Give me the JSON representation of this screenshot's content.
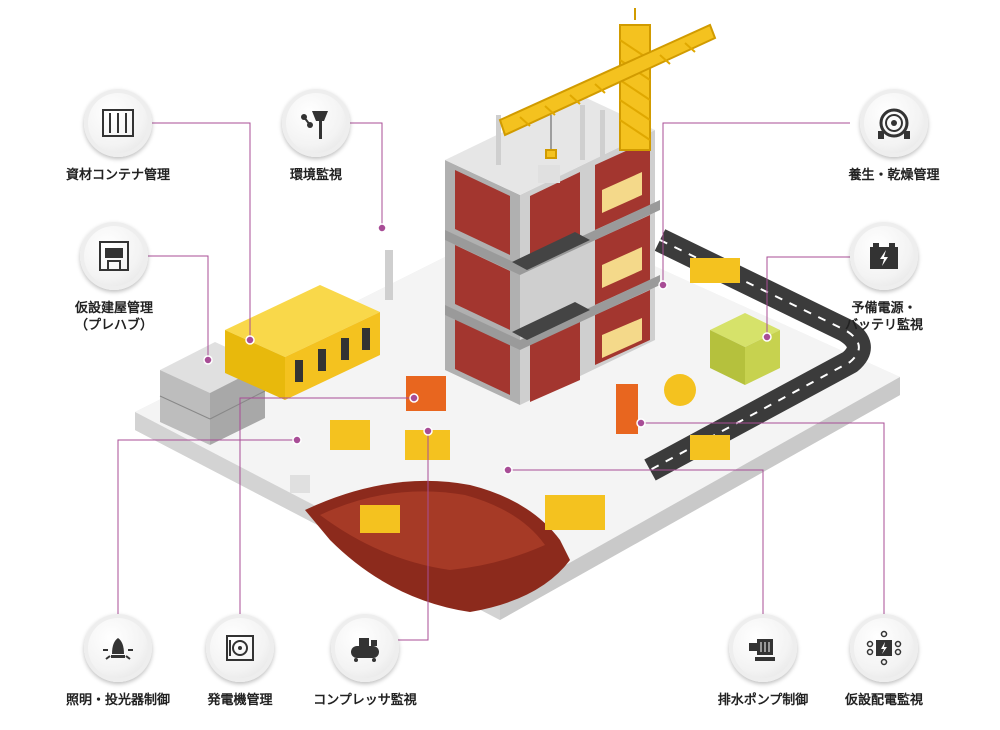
{
  "categories": {
    "material_container": {
      "label": "資材コンテナ管理",
      "icon": "container-icon"
    },
    "environment": {
      "label": "環境監視",
      "icon": "weather-station-icon"
    },
    "curing_drying": {
      "label": "養生・乾燥管理",
      "icon": "heater-fan-icon"
    },
    "prefab": {
      "line1": "仮設建屋管理",
      "line2": "（プレハブ）",
      "icon": "prefab-building-icon"
    },
    "backup_power": {
      "line1": "予備電源・",
      "line2": "バッテリ監視",
      "icon": "battery-icon"
    },
    "lighting": {
      "label": "照明・投光器制御",
      "icon": "floodlight-icon"
    },
    "generator": {
      "label": "発電機管理",
      "icon": "generator-icon"
    },
    "compressor": {
      "label": "コンプレッサ監視",
      "icon": "compressor-icon"
    },
    "drain_pump": {
      "label": "排水ポンプ制御",
      "icon": "pump-icon"
    },
    "temp_power": {
      "label": "仮設配電監視",
      "icon": "power-distribution-icon"
    }
  },
  "colors": {
    "connector": "#a84d96",
    "brick": "#a3362f",
    "yellow": "#f4c21f",
    "soil": "#8c2a1c",
    "road": "#3b3b3b",
    "platform": "#f1f1f1"
  }
}
